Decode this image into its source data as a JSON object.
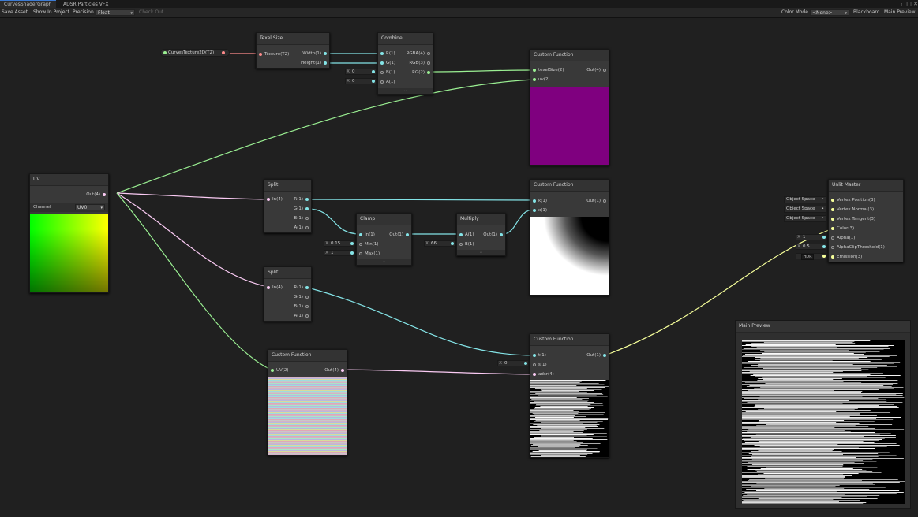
{
  "tabs": [
    {
      "label": "CurvesShaderGraph",
      "active": true
    },
    {
      "label": "ADSR Particles VFX",
      "active": false
    }
  ],
  "window_controls": "⋮ □ ✕",
  "toolbar": {
    "save_asset": "Save Asset",
    "show_in_project": "Show In Project",
    "precision_label": "Precision",
    "precision_value": "Float",
    "check_out": "Check Out",
    "color_mode_label": "Color Mode",
    "color_mode_value": "<None>",
    "blackboard": "Blackboard",
    "main_preview": "Main Preview"
  },
  "property_node": {
    "label": "CurvesTexture2D(T2)"
  },
  "texel_size": {
    "title": "Texel Size",
    "input": "Texture(T2)",
    "outputs": [
      "Width(1)",
      "Height(1)"
    ]
  },
  "combine": {
    "title": "Combine",
    "inputs": [
      "R(1)",
      "G(1)",
      "B(1)",
      "A(1)"
    ],
    "outputs": [
      "RGBA(4)",
      "RGB(3)",
      "RG(2)"
    ],
    "b_x": "X",
    "b_value": "0",
    "a_x": "X",
    "a_value": "0"
  },
  "cf_top": {
    "title": "Custom Function",
    "inputs": [
      "texelSize(2)",
      "uv(2)"
    ],
    "output": "Out(4)"
  },
  "uv_node": {
    "title": "UV",
    "output": "Out(4)",
    "channel_label": "Channel",
    "channel_value": "UV0"
  },
  "split1": {
    "title": "Split",
    "input": "In(4)",
    "outputs": [
      "R(1)",
      "G(1)",
      "B(1)",
      "A(1)"
    ]
  },
  "split2": {
    "title": "Split",
    "input": "In(4)",
    "outputs": [
      "R(1)",
      "G(1)",
      "B(1)",
      "A(1)"
    ]
  },
  "clamp": {
    "title": "Clamp",
    "inputs": [
      "In(1)",
      "Min(1)",
      "Max(1)"
    ],
    "output": "Out(1)",
    "min_x": "X",
    "min_value": "0.15",
    "max_x": "X",
    "max_value": "1"
  },
  "multiply": {
    "title": "Multiply",
    "inputs": [
      "A(1)",
      "B(1)"
    ],
    "output": "Out(1)",
    "b_x": "X",
    "b_value": "66"
  },
  "cf_mid": {
    "title": "Custom Function",
    "inputs": [
      "k(1)",
      "x(1)"
    ],
    "output": "Out(1)"
  },
  "cf_uv": {
    "title": "Custom Function",
    "input": "UV(2)",
    "output": "Out(4)"
  },
  "cf_bottom": {
    "title": "Custom Function",
    "inputs": [
      "t(1)",
      "s(1)",
      "adsr(4)"
    ],
    "output": "Out(1)",
    "s_x": "X",
    "s_value": "0"
  },
  "master": {
    "title": "Unlit Master",
    "rows": [
      "Vertex Position(3)",
      "Vertex Normal(3)",
      "Vertex Tangent(3)",
      "Color(3)",
      "Alpha(1)",
      "AlphaClipThreshold(1)",
      "Emission(3)"
    ],
    "space_values": [
      "Object Space",
      "Object Space",
      "Object Space"
    ],
    "alpha_x": "X",
    "alpha_value": "1",
    "clip_x": "X",
    "clip_value": "0.5",
    "emission_label": "HDR"
  },
  "main_preview_panel": {
    "title": "Main Preview"
  },
  "colors": {
    "float": "#84e4e7",
    "vector4": "#fbcbf4",
    "vector3": "#f6ff9a",
    "vector2": "#9aef92",
    "texture": "#ff8b8b"
  }
}
